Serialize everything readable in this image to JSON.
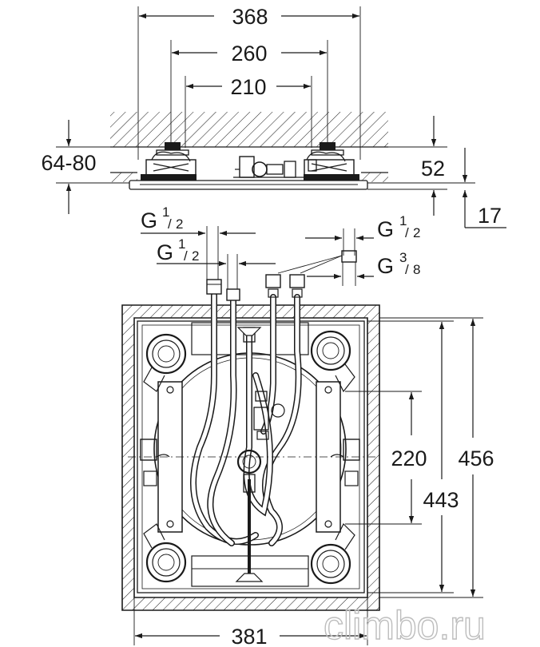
{
  "dimensions": {
    "top_overall": "368",
    "top_mount": "260",
    "top_inner": "210",
    "ceiling_gap": "64-80",
    "height": "52",
    "plate": "17",
    "side_inner": "220",
    "side_outer": "456",
    "side_mid": "443",
    "bottom_width": "381"
  },
  "threads": {
    "left_upper": {
      "main": "G",
      "num": "1",
      "den": "2"
    },
    "left_lower": {
      "main": "G",
      "num": "1",
      "den": "2"
    },
    "right_upper": {
      "main": "G",
      "num": "1",
      "den": "2"
    },
    "right_lower": {
      "main": "G",
      "num": "3",
      "den": "8"
    }
  },
  "watermark": "climbo.ru",
  "colors": {
    "line": "#1a1a1a",
    "hatch": "#1a1a1a",
    "watermark": "#bdbdbd"
  }
}
